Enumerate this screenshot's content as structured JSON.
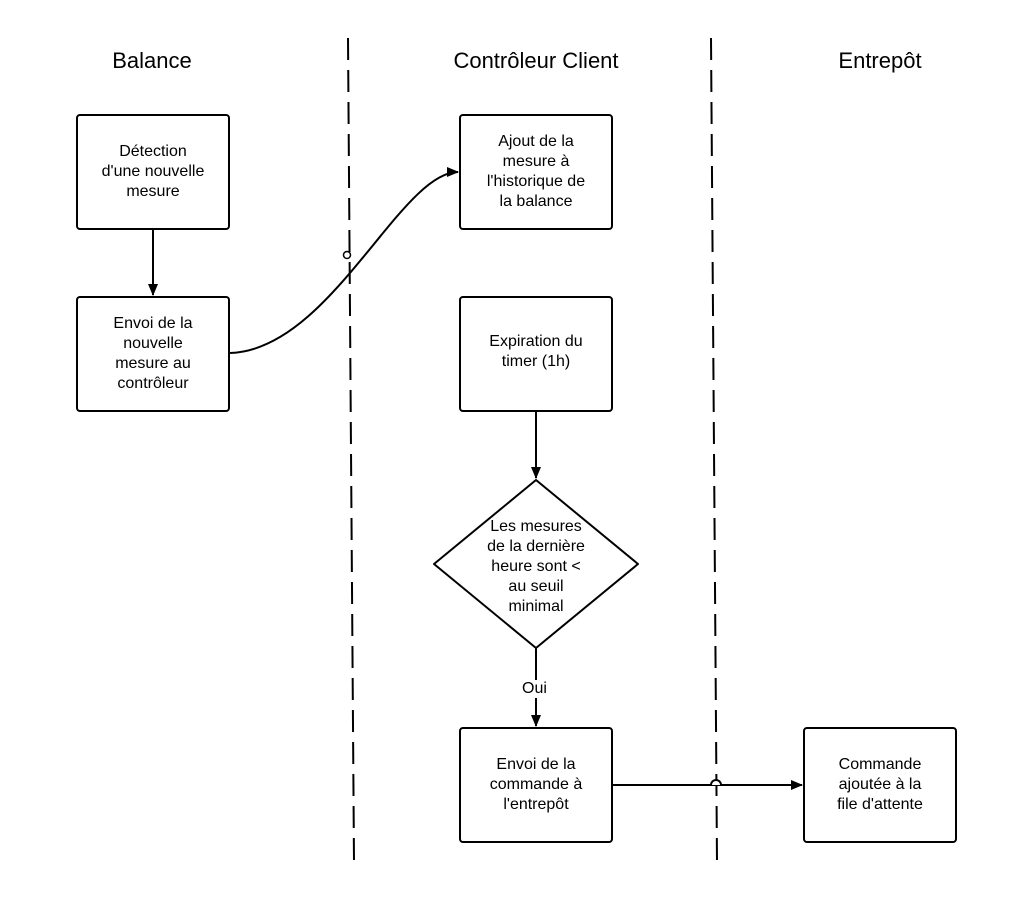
{
  "lanes": {
    "balance": "Balance",
    "controleur": "Contrôleur Client",
    "entrepot": "Entrepôt"
  },
  "nodes": {
    "detection": "Détection\nd'une nouvelle\nmesure",
    "envoi_mesure": "Envoi de la\nnouvelle\nmesure au\ncontrôleur",
    "ajout_mesure": "Ajout de la\nmesure à\nl'historique de\nla balance",
    "expiration": "Expiration du\ntimer (1h)",
    "decision": "Les mesures\nde la dernière\nheure sont <\nau seuil\nminimal",
    "envoi_commande": "Envoi de la\ncommande à\nl'entrepôt",
    "commande_ajoutee": "Commande\najoutée à la\nfile d'attente"
  },
  "edges": {
    "oui_label": "Oui"
  }
}
